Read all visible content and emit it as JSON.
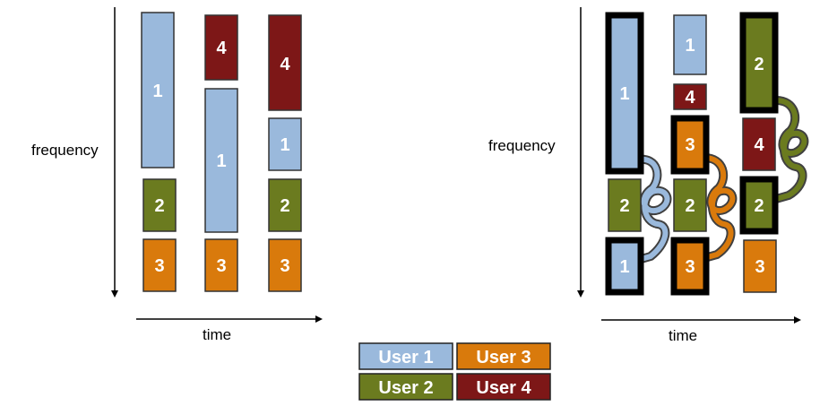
{
  "colors": {
    "user1": "#9ab9dc",
    "user2": "#6b7b1f",
    "user3": "#d97a0c",
    "user4": "#7d1717"
  },
  "left": {
    "axis_y_label": "frequency",
    "axis_x_label": "time",
    "blocks": [
      {
        "num": "1",
        "user": "user1"
      },
      {
        "num": "2",
        "user": "user2"
      },
      {
        "num": "3",
        "user": "user3"
      },
      {
        "num": "4",
        "user": "user4"
      },
      {
        "num": "1",
        "user": "user1"
      },
      {
        "num": "3",
        "user": "user3"
      },
      {
        "num": "4",
        "user": "user4"
      },
      {
        "num": "1",
        "user": "user1"
      },
      {
        "num": "2",
        "user": "user2"
      },
      {
        "num": "3",
        "user": "user3"
      }
    ]
  },
  "right": {
    "axis_y_label": "frequency",
    "axis_x_label": "time",
    "blocks": [
      {
        "num": "1",
        "user": "user1"
      },
      {
        "num": "2",
        "user": "user2"
      },
      {
        "num": "1",
        "user": "user1"
      },
      {
        "num": "1",
        "user": "user1"
      },
      {
        "num": "4",
        "user": "user4"
      },
      {
        "num": "3",
        "user": "user3"
      },
      {
        "num": "2",
        "user": "user2"
      },
      {
        "num": "3",
        "user": "user3"
      },
      {
        "num": "2",
        "user": "user2"
      },
      {
        "num": "4",
        "user": "user4"
      },
      {
        "num": "2",
        "user": "user2"
      },
      {
        "num": "3",
        "user": "user3"
      }
    ]
  },
  "legend": [
    {
      "label": "User 1",
      "user": "user1"
    },
    {
      "label": "User 3",
      "user": "user3"
    },
    {
      "label": "User 2",
      "user": "user2"
    },
    {
      "label": "User 4",
      "user": "user4"
    }
  ]
}
